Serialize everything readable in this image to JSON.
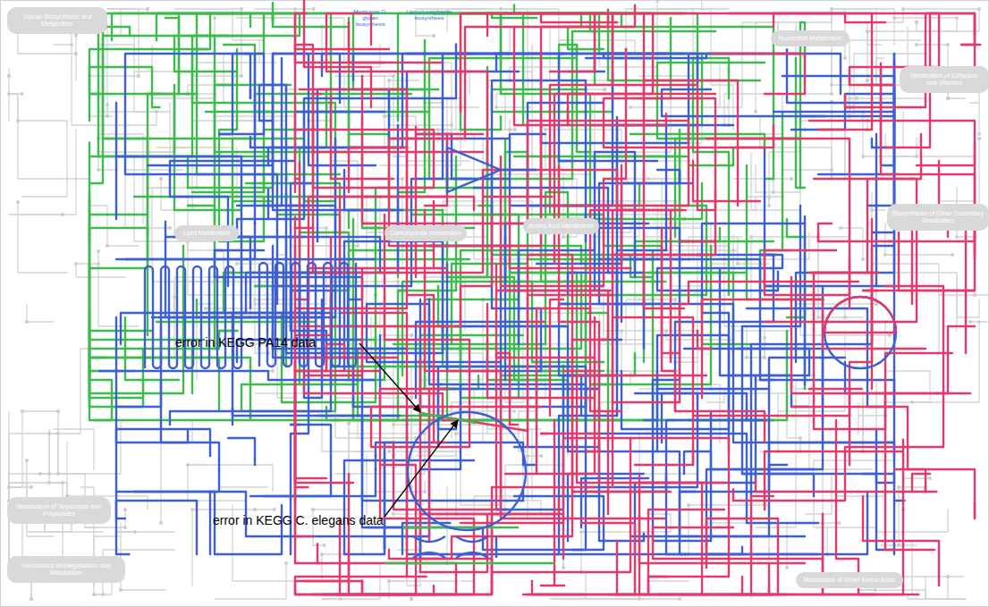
{
  "diagram": {
    "nodes": [
      {
        "text": [
          "Glycan Biosynthesis and Metabolism"
        ]
      },
      {
        "text": [
          "Lipid Metabolism"
        ]
      },
      {
        "text": [
          "Carbohydrate Metabolism"
        ]
      },
      {
        "text": [
          "Amino Acid Metabolism"
        ]
      },
      {
        "text": [
          "Nucleotide Metabolism"
        ]
      },
      {
        "text": [
          "Metabolism of Cofactors and Vitamins"
        ]
      },
      {
        "text": [
          "Biosynthesis of Other Secondary Metabolites"
        ]
      },
      {
        "text": [
          "Metabolism of Terpenoids and Polyketides"
        ]
      },
      {
        "text": [
          "Xenobiotics Biodegradation and Metabolism"
        ]
      },
      {
        "text": [
          "Metabolism of Other Amino Acids"
        ]
      }
    ],
    "labels": [
      "Mucin type O-glycan biosynthesis",
      "Lipopolysaccharide biosynthesis",
      "error in KEGG PA14 data",
      "error in KEGG C. elegans data"
    ]
  }
}
